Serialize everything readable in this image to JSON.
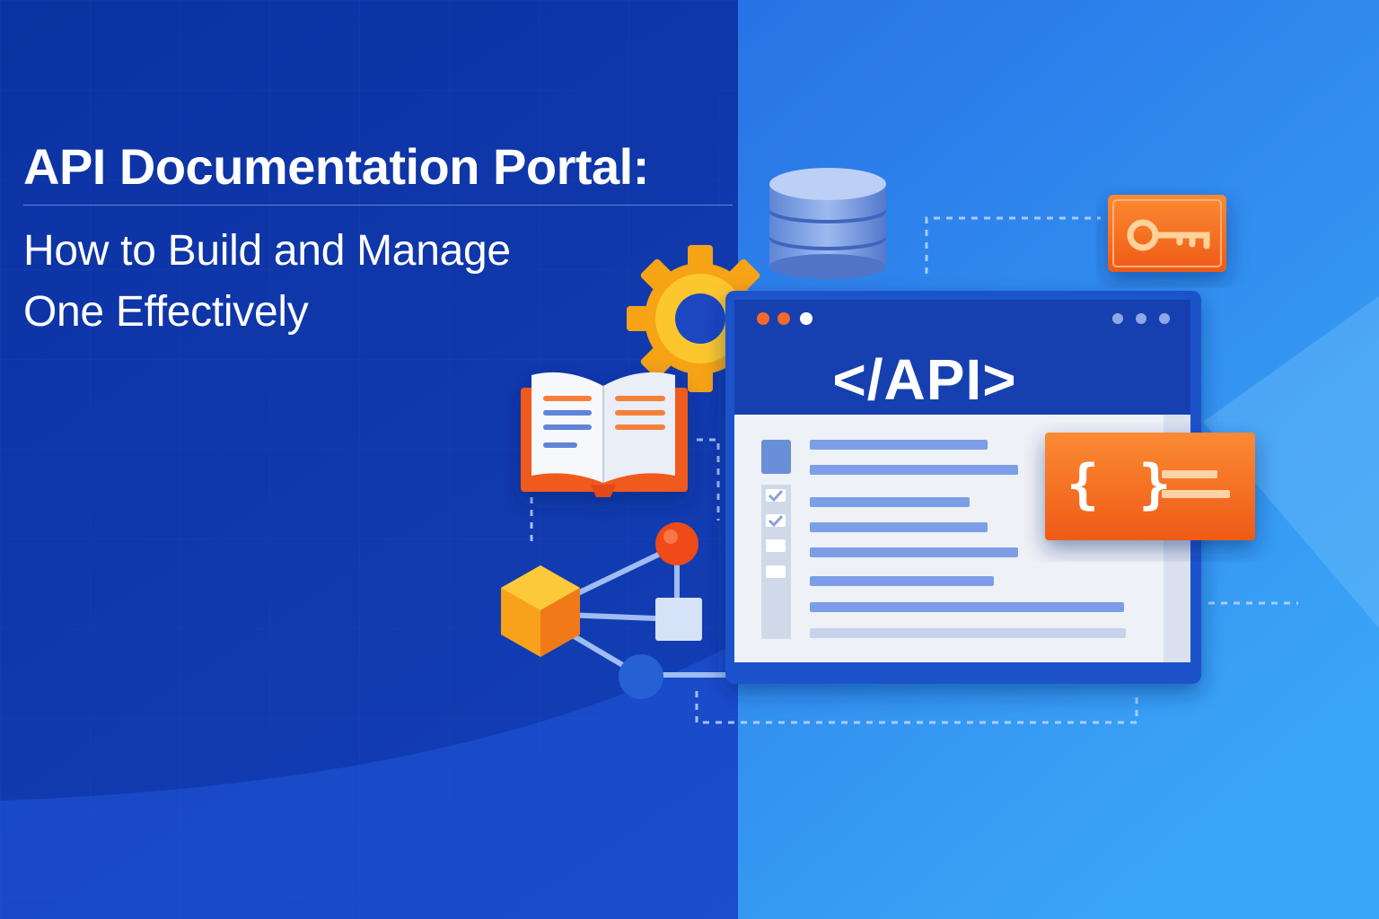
{
  "hero": {
    "title": "API Documentation Portal:",
    "subtitle_line1": "How to Build and Manage",
    "subtitle_line2": "One Effectively"
  },
  "window": {
    "title": "</API>",
    "code_glyph": "{ }"
  },
  "icons": {
    "window_controls": "traffic-light-dots",
    "settings": "gear-icon",
    "database": "database-icon",
    "key": "key-icon",
    "book": "book-icon",
    "network": "network-graph-icon",
    "code": "code-brackets-icon"
  },
  "colors": {
    "background_dark": "#0f3bb0",
    "background_light": "#3a9bf4",
    "window_header": "#173fb0",
    "window_body": "#eef1f6",
    "accent_orange": "#f36b21",
    "accent_yellow": "#f9b81a",
    "line_blue": "#7b9ee6"
  }
}
